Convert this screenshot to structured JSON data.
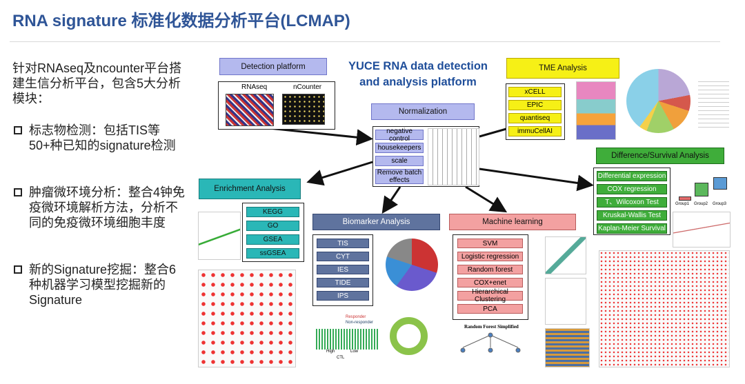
{
  "title": "RNA signature 标准化数据分析平台(LCMAP)",
  "intro": "针对RNAseq及ncounter平台搭建生信分析平台，包含5大分析模块：",
  "bullets": [
    "标志物检测：包括TIS等50+种已知的signature检测",
    "肿瘤微环境分析：整合4钟免疫微环境解析方法，分析不同的免疫微环境细胞丰度",
    "新的Signature挖掘：整合6种机器学习模型挖掘新的Signature"
  ],
  "diagram": {
    "center_title_line1": "YUCE RNA data detection",
    "center_title_line2": "and analysis platform",
    "detection": {
      "header": "Detection platform",
      "rnaseq": "RNAseq",
      "ncounter": "nCounter"
    },
    "normalization": {
      "header": "Normalization",
      "items": [
        "negative control",
        "housekeepers",
        "scale",
        "Remove batch effects"
      ]
    },
    "tme": {
      "header": "TME Analysis",
      "items": [
        "xCELL",
        "EPIC",
        "quantiseq",
        "immuCellAI"
      ]
    },
    "enrichment": {
      "header": "Enrichment Analysis",
      "items": [
        "KEGG",
        "GO",
        "GSEA",
        "ssGSEA"
      ]
    },
    "biomarker": {
      "header": "Biomarker Analysis",
      "items": [
        "TIS",
        "CYT",
        "IES",
        "TIDE",
        "IPS"
      ]
    },
    "ml": {
      "header": "Machine learning",
      "items": [
        "SVM",
        "Logistic regression",
        "Random forest",
        "COX+enet",
        "Hierarchical Clustering",
        "PCA"
      ]
    },
    "diff": {
      "header": "Difference/Survival Analysis",
      "items": [
        "Differential expression",
        "COX regression",
        "T、Wilcoxon Test",
        "Kruskal-Wallis Test",
        "Kaplan-Meier Survival"
      ]
    },
    "tide": {
      "responder": "Responder",
      "non_responder": "Non-responder",
      "high": "High",
      "low": "Low",
      "ctl": "CTL"
    },
    "boxplot": {
      "groups": [
        "Group1",
        "Group2",
        "Group3"
      ]
    },
    "rf_title": "Random Forest Simplified"
  },
  "colors": {
    "title": "#2f5597",
    "arrow": "#111111"
  }
}
